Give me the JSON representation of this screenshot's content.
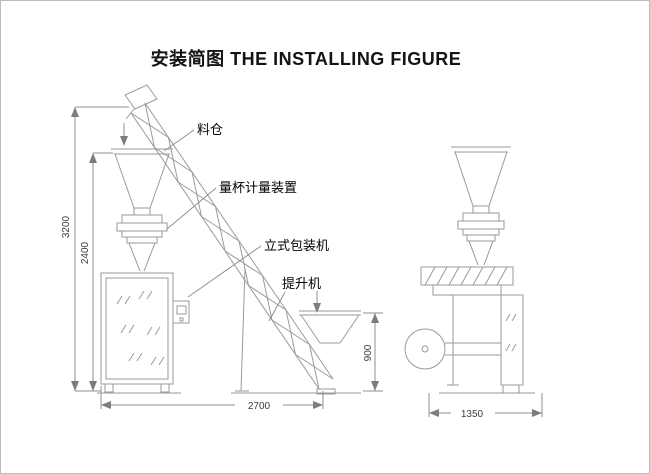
{
  "title": "安装简图 THE INSTALLING FIGURE",
  "callouts": {
    "silo": "料仓",
    "measuring_device": "量杯计量装置",
    "vertical_packer": "立式包装机",
    "elevator": "提升机"
  },
  "dimensions": {
    "front_total_height": "3200",
    "front_machine_height": "2400",
    "front_width": "2700",
    "side_width": "1350",
    "feed_hopper_height": "900"
  },
  "colors": {
    "line": "#9a9a9a",
    "text": "#000000",
    "dim_text": "#3c3c3c",
    "background": "#ffffff",
    "border": "#bdbdbd"
  }
}
